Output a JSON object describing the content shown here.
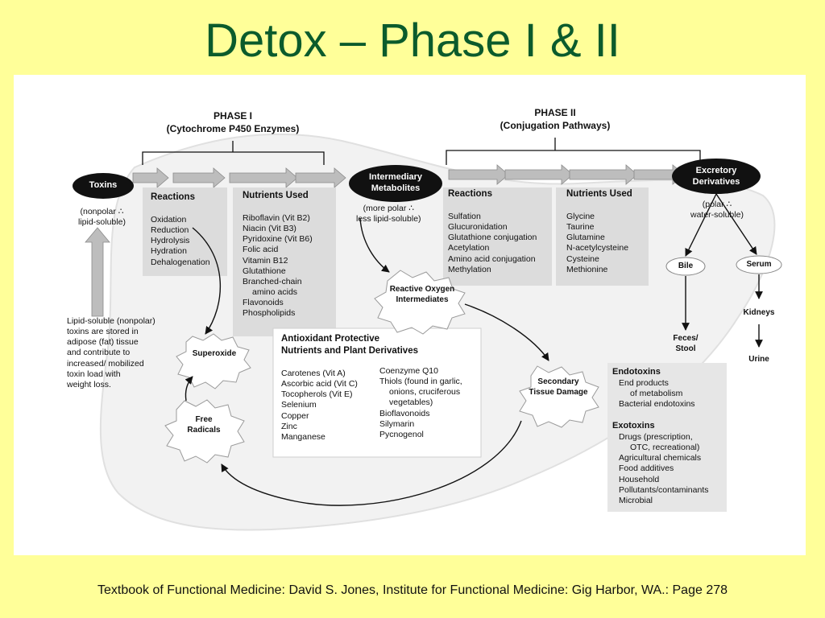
{
  "slide": {
    "title": "Detox – Phase I & II",
    "citation": "Textbook of Functional Medicine: David S. Jones, Institute for Functional Medicine: Gig Harbor, WA.: Page 278"
  },
  "phase1": {
    "title": "PHASE I",
    "subtitle": "(Cytochrome P450 Enzymes)",
    "reactions_label": "Reactions",
    "reactions": [
      "Oxidation",
      "Reduction",
      "Hydrolysis",
      "Hydration",
      "Dehalogenation"
    ],
    "nutrients_label": "Nutrients Used",
    "nutrients": [
      "Riboflavin (Vit B2)",
      "Niacin (Vit B3)",
      "Pyridoxine (Vit B6)",
      "Folic acid",
      "Vitamin B12",
      "Glutathione",
      "Branched-chain",
      "amino acids",
      "Flavonoids",
      "Phospholipids"
    ]
  },
  "phase2": {
    "title": "PHASE II",
    "subtitle": "(Conjugation Pathways)",
    "reactions_label": "Reactions",
    "reactions": [
      "Sulfation",
      "Glucuronidation",
      "Glutathione conjugation",
      "Acetylation",
      "Amino acid conjugation",
      "Methylation"
    ],
    "nutrients_label": "Nutrients Used",
    "nutrients": [
      "Glycine",
      "Taurine",
      "Glutamine",
      "N-acetylcysteine",
      "Cysteine",
      "Methionine"
    ]
  },
  "toxins": {
    "label": "Toxins",
    "note_line1": "(nonpolar ∴",
    "note_line2": "lipid-soluble)"
  },
  "intermediary": {
    "label_line1": "Intermediary",
    "label_line2": "Metabolites",
    "note_line1": "(more polar ∴",
    "note_line2": "less lipid-soluble)"
  },
  "excretory": {
    "label_line1": "Excretory",
    "label_line2": "Derivatives",
    "note_line1": "(polar ∴",
    "note_line2": "water-soluble)"
  },
  "lipid_note": [
    "Lipid-soluble (nonpolar)",
    "toxins are stored in",
    "adipose (fat) tissue",
    "and contribute to",
    "increased/ mobilized",
    "toxin load with",
    "weight loss."
  ],
  "nodes": {
    "ros_line1": "Reactive Oxygen",
    "ros_line2": "Intermediates",
    "superoxide": "Superoxide",
    "free_radicals_line1": "Free",
    "free_radicals_line2": "Radicals",
    "secondary_line1": "Secondary",
    "secondary_line2": "Tissue Damage",
    "bile": "Bile",
    "serum": "Serum",
    "kidneys": "Kidneys",
    "urine": "Urine",
    "feces_line1": "Feces/",
    "feces_line2": "Stool"
  },
  "antioxidants": {
    "title_line1": "Antioxidant Protective",
    "title_line2": "Nutrients and Plant  Derivatives",
    "col1": [
      "Carotenes (Vit A)",
      "Ascorbic acid (Vit C)",
      "Tocopherols (Vit E)",
      "Selenium",
      "Copper",
      "Zinc",
      "Manganese"
    ],
    "col2": [
      "Coenzyme Q10",
      "Thiols (found in garlic,",
      "onions, cruciferous",
      "vegetables)",
      "Bioflavonoids",
      "Silymarin",
      "Pycnogenol"
    ]
  },
  "endotoxins": {
    "title": "Endotoxins",
    "items": [
      "End products",
      "of metabolism",
      "Bacterial endotoxins"
    ]
  },
  "exotoxins": {
    "title": "Exotoxins",
    "items": [
      "Drugs (prescription,",
      "OTC, recreational)",
      "Agricultural chemicals",
      "Food additives",
      "Household",
      "Pollutants/contaminants",
      "Microbial"
    ]
  },
  "colors": {
    "background": "#ffff99",
    "title": "#0b5b2c",
    "oval": "#111111",
    "box": "#dcdcdc"
  }
}
